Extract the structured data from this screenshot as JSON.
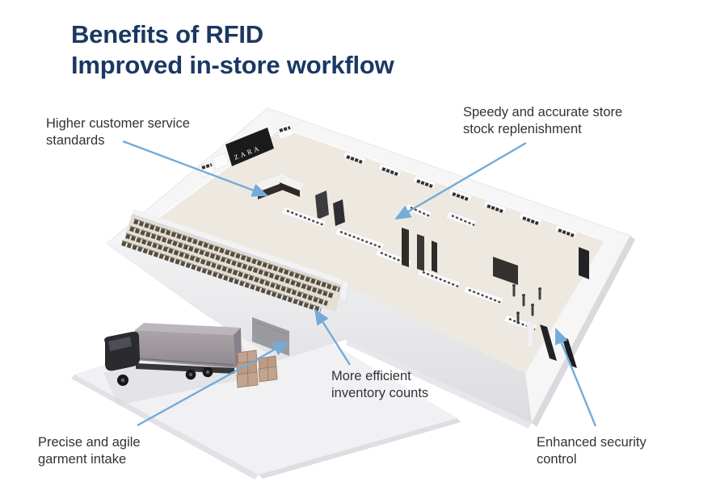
{
  "title": {
    "line1": "Benefits of RFID",
    "line2": "Improved in-store workflow"
  },
  "callouts": [
    {
      "id": "customer-service",
      "text": "Higher customer service\nstandards"
    },
    {
      "id": "stock-replenishment",
      "text": "Speedy and accurate store\nstock replenishment"
    },
    {
      "id": "inventory-counts",
      "text": "More efficient\ninventory counts"
    },
    {
      "id": "garment-intake",
      "text": "Precise and agile\ngarment intake"
    },
    {
      "id": "security-control",
      "text": "Enhanced security\ncontrol"
    }
  ],
  "store": {
    "brand_sign": "ZARA"
  },
  "palette": {
    "title_navy": "#1b3862",
    "label_text": "#2e3338",
    "arrow_blue": "#74abd8",
    "wall_white": "#f6f6f7",
    "wall_shade": "#e1e1e5",
    "floor_cream": "#eee9e0",
    "stockroom_floor": "#e5dfd3",
    "fixture_dark": "#2e2b29",
    "sign_black": "#1b1b1e",
    "truck_cab": "#2b2b2f",
    "truck_body": "#a29ca1",
    "carton_tan": "#c2a38e",
    "platform_gray": "#f1f1f3",
    "dock_gray": "#9a9aa1"
  }
}
